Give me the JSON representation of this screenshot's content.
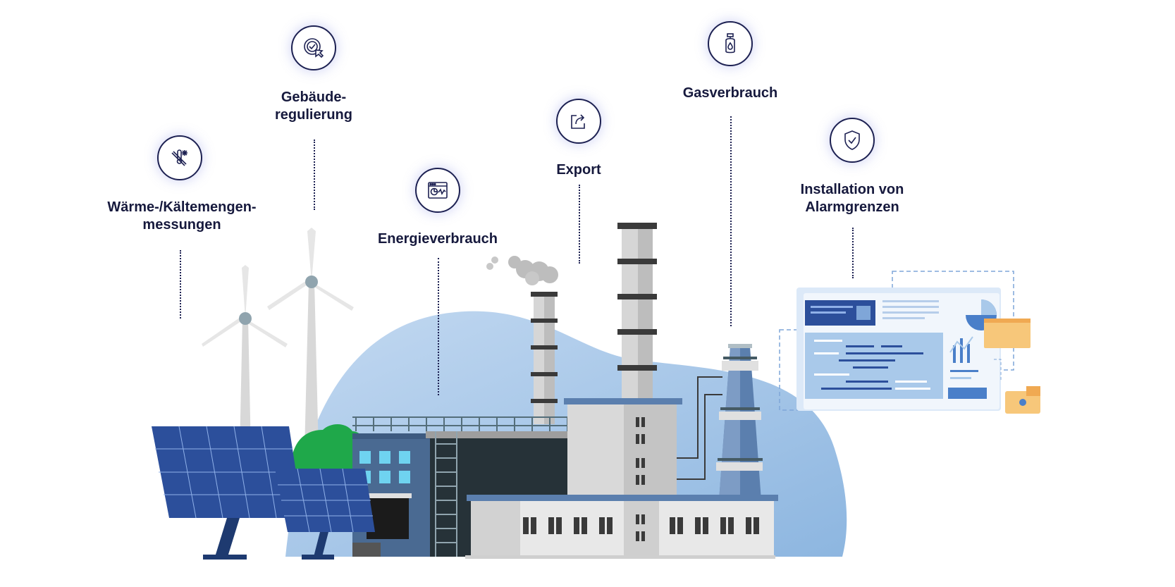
{
  "items": [
    {
      "name": "waerme",
      "label": "Wärme-/Kältemengen-",
      "label2": "messungen",
      "icon": "thermometer-snowflake-icon"
    },
    {
      "name": "gebaeude",
      "label": "Gebäude-",
      "label2": "regulierung",
      "icon": "touch-check-icon"
    },
    {
      "name": "energie",
      "label": "Energieverbrauch",
      "icon": "dashboard-monitor-icon"
    },
    {
      "name": "export",
      "label": "Export",
      "icon": "share-export-icon"
    },
    {
      "name": "gas",
      "label": "Gasverbrauch",
      "icon": "gas-bottle-icon"
    },
    {
      "name": "alarm",
      "label": "Installation von",
      "label2": "Alarmgrenzen",
      "icon": "shield-check-icon"
    }
  ],
  "colors": {
    "ink": "#1d2152",
    "blob": "#a9c9ea",
    "solar": "#2c4f9b",
    "green": "#1fa84a",
    "dark_building": "#263238"
  }
}
